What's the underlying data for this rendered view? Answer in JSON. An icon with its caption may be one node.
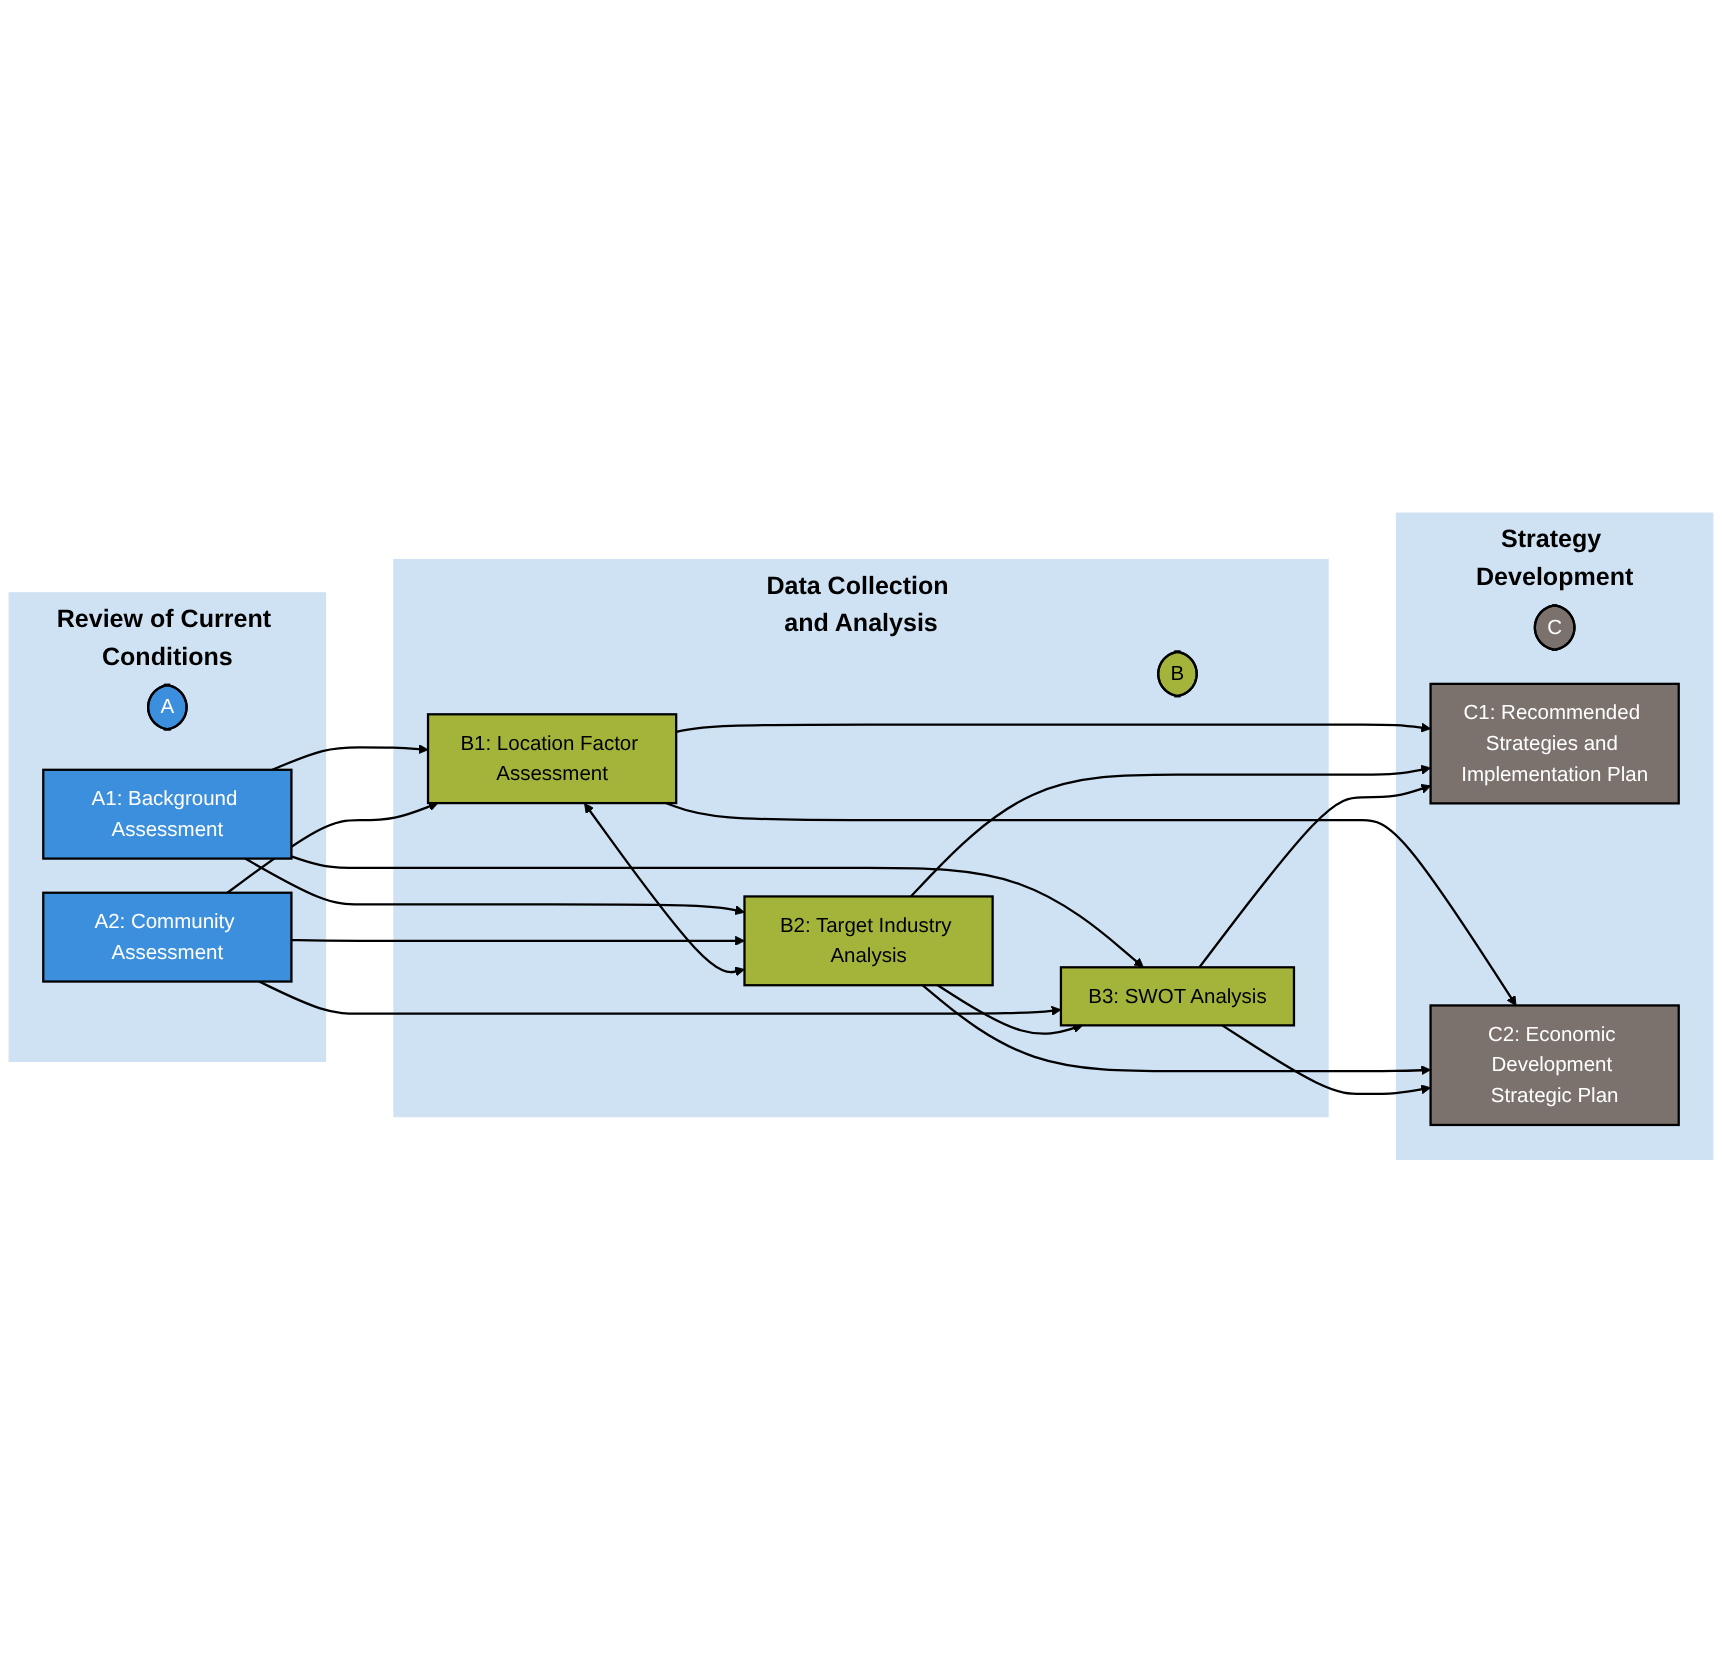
{
  "diagram": {
    "nodes": [
      {
        "text": [
          "Review of Current Conditions"
        ]
      },
      {
        "text": [
          "A"
        ],
        "in": 0
      },
      {
        "text": [
          "A1: Background Assessment"
        ],
        "in": 0
      },
      {
        "text": [
          "A2: Community Assessment"
        ],
        "in": 0
      },
      {
        "text": [
          "Data Collection and Analysis"
        ]
      },
      {
        "text": [
          "B"
        ],
        "in": 4
      },
      {
        "text": [
          "B1: Location Factor Assessment"
        ],
        "in": 4
      },
      {
        "text": [
          "B2: Target Industry Analysis"
        ],
        "in": 4
      },
      {
        "text": [
          "B3: SWOT Analysis"
        ],
        "in": 4
      },
      {
        "text": [
          "Strategy Development"
        ]
      },
      {
        "text": [
          "C"
        ],
        "in": 9
      },
      {
        "text": [
          "C1: Recommended Strategies and Implementation Plan"
        ],
        "in": 9
      },
      {
        "text": [
          "C2: Economic Development Strategic Plan"
        ],
        "in": 9
      }
    ],
    "edges": [
      {
        "from": 2,
        "to": 6,
        "arrow": "to"
      },
      {
        "from": 2,
        "to": 7,
        "arrow": "to"
      },
      {
        "from": 2,
        "to": 8,
        "arrow": "to"
      },
      {
        "from": 3,
        "to": 6,
        "arrow": "to"
      },
      {
        "from": 3,
        "to": 7,
        "arrow": "to"
      },
      {
        "from": 3,
        "to": 8,
        "arrow": "to"
      },
      {
        "from": 6,
        "to": 7,
        "arrow": "both"
      },
      {
        "from": 7,
        "to": 8,
        "arrow": "to"
      },
      {
        "from": 6,
        "to": 11,
        "arrow": "to"
      },
      {
        "from": 6,
        "to": 12,
        "arrow": "to"
      },
      {
        "from": 7,
        "to": 11,
        "arrow": "to"
      },
      {
        "from": 7,
        "to": 12,
        "arrow": "to"
      },
      {
        "from": 8,
        "to": 11,
        "arrow": "to"
      },
      {
        "from": 8,
        "to": 12,
        "arrow": "to"
      }
    ]
  }
}
